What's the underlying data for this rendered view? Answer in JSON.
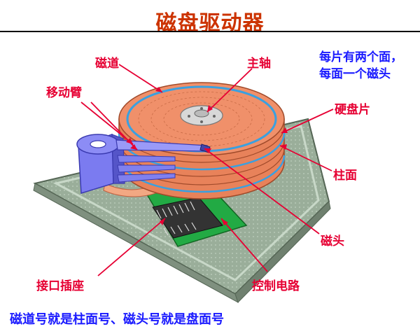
{
  "title": "磁盘驱动器",
  "labels": {
    "track": "磁道",
    "spindle": "主轴",
    "arm": "移动臂",
    "platter": "硬盘片",
    "cylinder": "柱面",
    "head": "磁头",
    "interface": "接口插座",
    "circuit": "控制电路"
  },
  "note": {
    "line1": "每片有两个面，",
    "line2": "每面一个磁头"
  },
  "bottom_text": "磁道号就是柱面号、磁头号就是盘面号",
  "colors": {
    "title": "#cc3300",
    "label_red": "#e60033",
    "label_blue": "#1a1aff",
    "platter": "#e8825a",
    "arm": "#7b7bf0",
    "board": "#22aa44",
    "base": "#a8b8a8"
  }
}
